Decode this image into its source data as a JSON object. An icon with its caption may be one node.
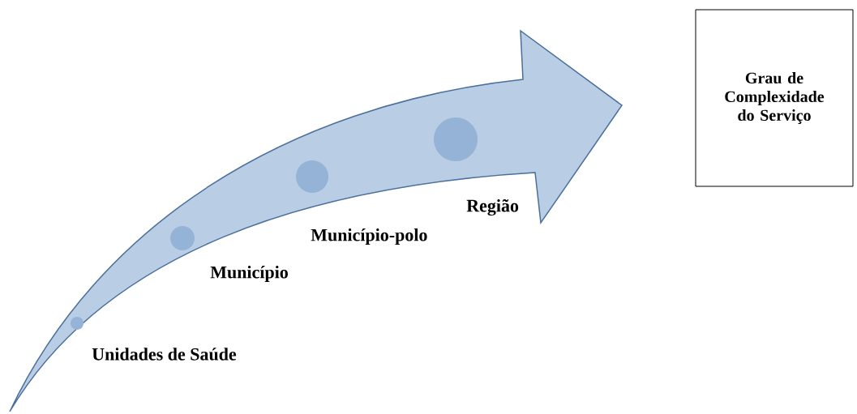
{
  "diagram": {
    "nodes": [
      {
        "text": [
          "Grau de Complexidade do Serviço"
        ]
      },
      {
        "text": [],
        "shape": "circle",
        "beside": [
          "Unidades de Saúde"
        ]
      },
      {
        "text": [],
        "shape": "circle",
        "beside": [
          "Município"
        ]
      },
      {
        "text": [],
        "shape": "circle",
        "beside": [
          "Município-polo"
        ]
      },
      {
        "text": [],
        "shape": "circle",
        "beside": [
          "Região"
        ]
      }
    ]
  }
}
